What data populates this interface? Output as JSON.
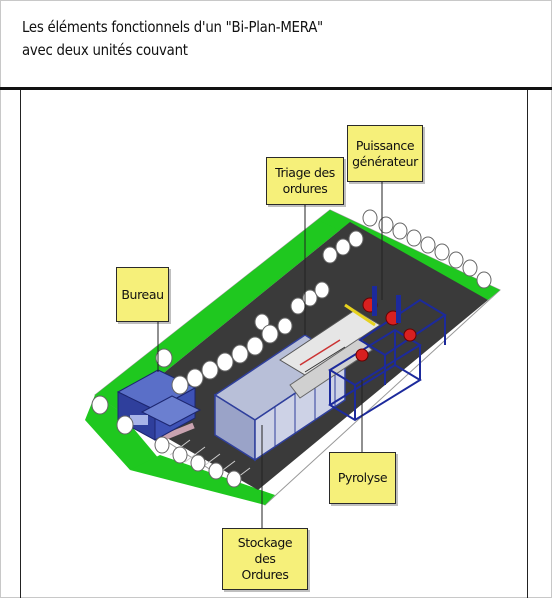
{
  "title": {
    "line1": "Les éléments fonctionnels d'un \"Bi-Plan-MERA\"",
    "line2": "avec deux unités couvant"
  },
  "labels": {
    "bureau": "Bureau",
    "triage": "Triage des\nordures",
    "puissance": "Puissance\ngénérateur",
    "pyrolyse": "Pyrolyse",
    "stockage": "Stockage des\nOrdures"
  },
  "colors": {
    "callout_fill": "#f6f07a",
    "lawn": "#1fc81f",
    "pavement": "#3a3a3a",
    "building": "#2f3f9c",
    "generator": "#d82020"
  }
}
